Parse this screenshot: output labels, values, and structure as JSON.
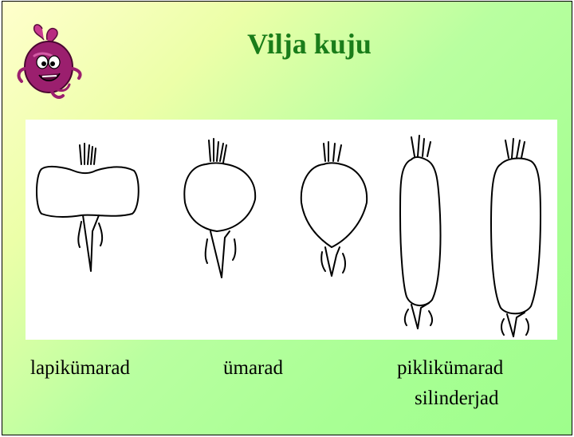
{
  "slide": {
    "title": "Vilja kuju",
    "captions": {
      "flat": "lapikümarad",
      "round": "ümarad",
      "oblong": "piklikümarad",
      "cylindrical": "silinderjad"
    }
  },
  "icons": {
    "mascot": "beet-mascot-icon"
  },
  "colors": {
    "title": "#1a7d1a",
    "background_gradient_start": "#ffffcc",
    "background_gradient_end": "#9efe8c",
    "beet": "#9b1f6e"
  }
}
